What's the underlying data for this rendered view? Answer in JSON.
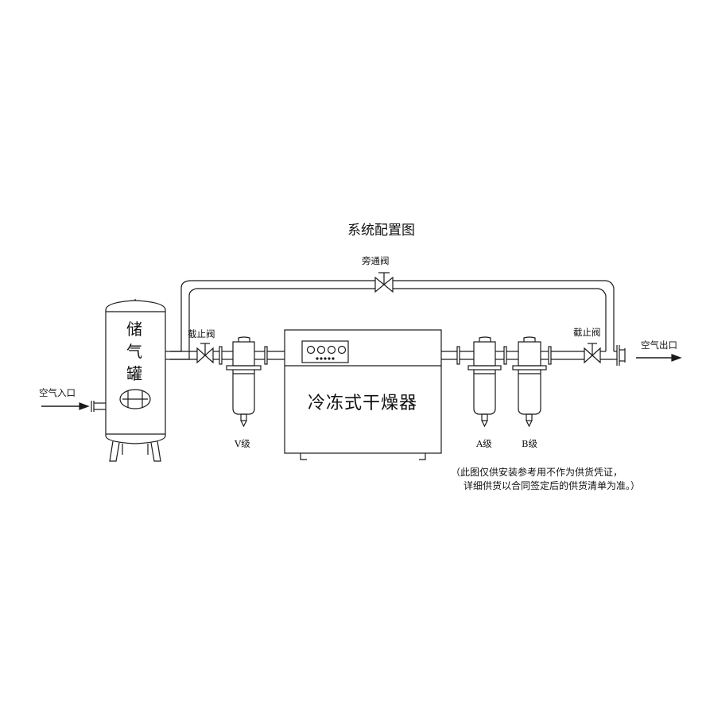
{
  "title": "系统配置图",
  "labels": {
    "bypass_valve": "旁通阀",
    "stop_valve_left": "截止阀",
    "stop_valve_right": "截止阀",
    "air_inlet": "空气入口",
    "air_outlet": "空气出口",
    "tank_chars": [
      "储",
      "气",
      "罐"
    ],
    "dryer": "冷冻式干燥器",
    "filter_v": "V级",
    "filter_a": "A级",
    "filter_b": "B级"
  },
  "note": {
    "line1": "（此图仅供安装参考用不作为供货凭证，",
    "line2": "详细供货以合同签定后的供货清单为准。）"
  },
  "colors": {
    "line": "#1a1a1a",
    "background": "#ffffff"
  }
}
